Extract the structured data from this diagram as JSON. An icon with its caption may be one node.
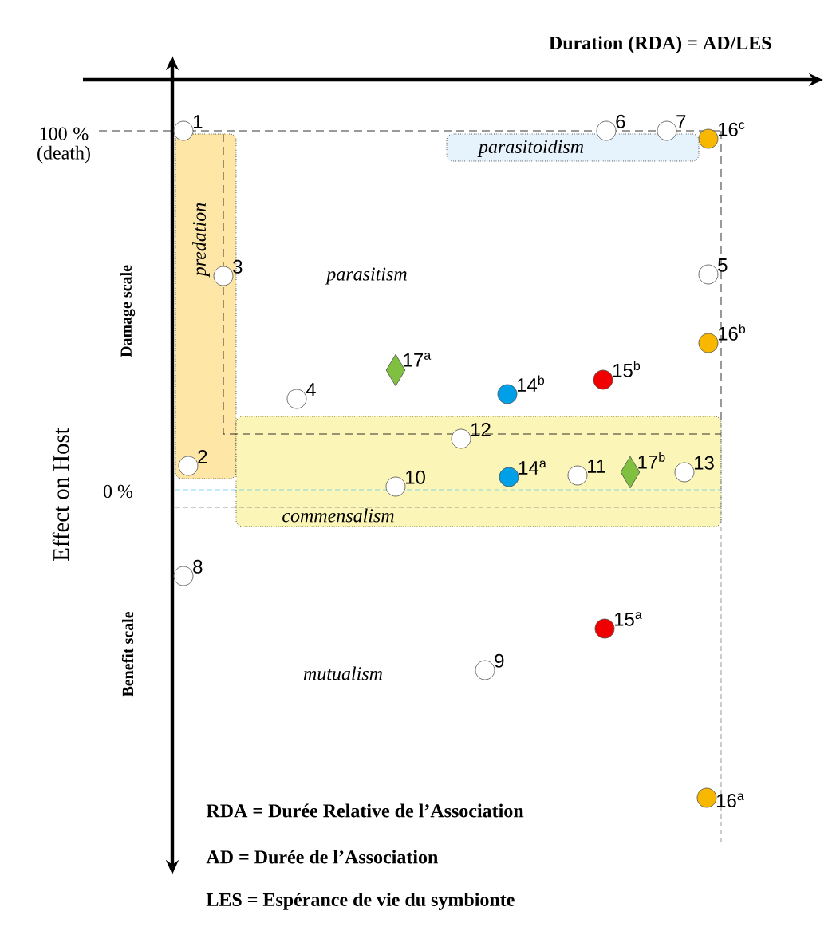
{
  "diagram": {
    "nodes": [
      {
        "text": [
          "predation"
        ]
      },
      {
        "text": [
          "parasitoidism"
        ]
      },
      {
        "text": [
          "commensalism"
        ]
      },
      {
        "text": [],
        "shape": "circle",
        "beside": [
          "1"
        ]
      },
      {
        "text": [],
        "shape": "circle",
        "beside": [
          "2"
        ],
        "in": 0
      },
      {
        "text": [],
        "shape": "circle",
        "beside": [
          "3"
        ],
        "in": 0
      },
      {
        "text": [],
        "shape": "circle",
        "beside": [
          "4"
        ]
      },
      {
        "text": [],
        "shape": "circle",
        "beside": [
          "5"
        ]
      },
      {
        "text": [],
        "shape": "circle",
        "beside": [
          "6"
        ]
      },
      {
        "text": [],
        "shape": "circle",
        "beside": [
          "7"
        ]
      },
      {
        "text": [],
        "shape": "circle",
        "beside": [
          "8"
        ]
      },
      {
        "text": [],
        "shape": "circle",
        "beside": [
          "9"
        ]
      },
      {
        "text": [],
        "shape": "circle",
        "beside": [
          "10"
        ],
        "in": 2
      },
      {
        "text": [],
        "shape": "circle",
        "beside": [
          "11"
        ],
        "in": 2
      },
      {
        "text": [],
        "shape": "circle",
        "beside": [
          "12"
        ],
        "in": 2
      },
      {
        "text": [],
        "shape": "circle",
        "beside": [
          "13"
        ],
        "in": 2
      },
      {
        "text": [],
        "shape": "circle",
        "beside": [
          "14$^{a}$"
        ],
        "in": 2
      },
      {
        "text": [],
        "shape": "circle",
        "beside": [
          "14$^{b}$"
        ]
      },
      {
        "text": [],
        "shape": "circle",
        "beside": [
          "15$^{a}$"
        ]
      },
      {
        "text": [],
        "shape": "circle",
        "beside": [
          "15$^{b}$"
        ]
      },
      {
        "text": [],
        "shape": "circle",
        "beside": [
          "16$^{a}$"
        ]
      },
      {
        "text": [],
        "shape": "circle",
        "beside": [
          "16$^{b}$"
        ]
      },
      {
        "text": [],
        "shape": "circle",
        "beside": [
          "16$^{c}$"
        ]
      },
      {
        "text": [],
        "shape": "diamond",
        "beside": [
          "17$^{a}$"
        ]
      },
      {
        "text": [],
        "shape": "diamond",
        "beside": [
          "17$^{b}$"
        ],
        "in": 2
      }
    ],
    "labels": [
      "Duration (RDA) = AD/LES",
      "100 % (death)",
      "Damage scale",
      "Effect on Host",
      "0 %",
      "Benefit scale",
      "parasitism",
      "mutualism",
      "RDA = Durée Relative de l’Association",
      "AD = Durée de l’Association",
      "LES = Espérance de vie du symbionte"
    ]
  }
}
